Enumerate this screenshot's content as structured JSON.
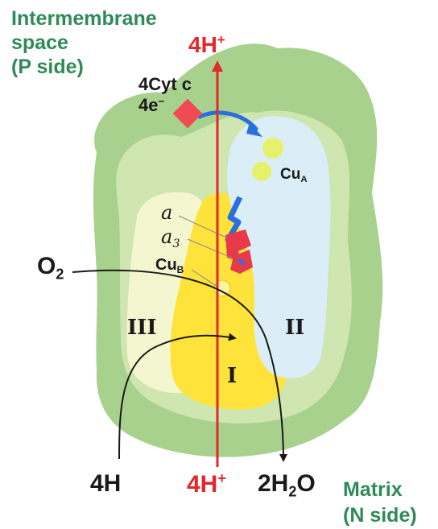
{
  "labels": {
    "intermembrane_line1": "Intermembrane",
    "intermembrane_line2": "space",
    "intermembrane_line3": "(P side)",
    "matrix_line1": "Matrix",
    "matrix_line2": "(N side)",
    "top_protons": "4H",
    "top_protons_charge": "+",
    "bottom_protons": "4H",
    "bottom_protons_charge": "+",
    "cyt_c": "4Cyt c",
    "electrons": "4e",
    "electrons_charge": "−",
    "cu_a": "Cu",
    "cu_a_sub": "A",
    "heme_a": "a",
    "heme_a3": "a",
    "heme_a3_sub": "3",
    "cu_b": "Cu",
    "cu_b_sub": "B",
    "oxygen": "O",
    "oxygen_sub": "2",
    "protons_in": "4H",
    "water": "2H",
    "water_sub": "2",
    "water_o": "O",
    "subunit_3": "III",
    "subunit_2": "II",
    "subunit_1": "I"
  },
  "colors": {
    "membrane_outer": "#a9d18e",
    "membrane_inner": "#cfe6b0",
    "subunit_III": "#f3f6cf",
    "subunit_I": "#ffe33a",
    "subunit_II": "#dbeef8",
    "proton_arrow": "#e5262b",
    "cyt_diamond": "#ef4b55",
    "heme": "#e8394a",
    "electron_path": "#2a6fe0",
    "label_green": "#2e8b57"
  }
}
